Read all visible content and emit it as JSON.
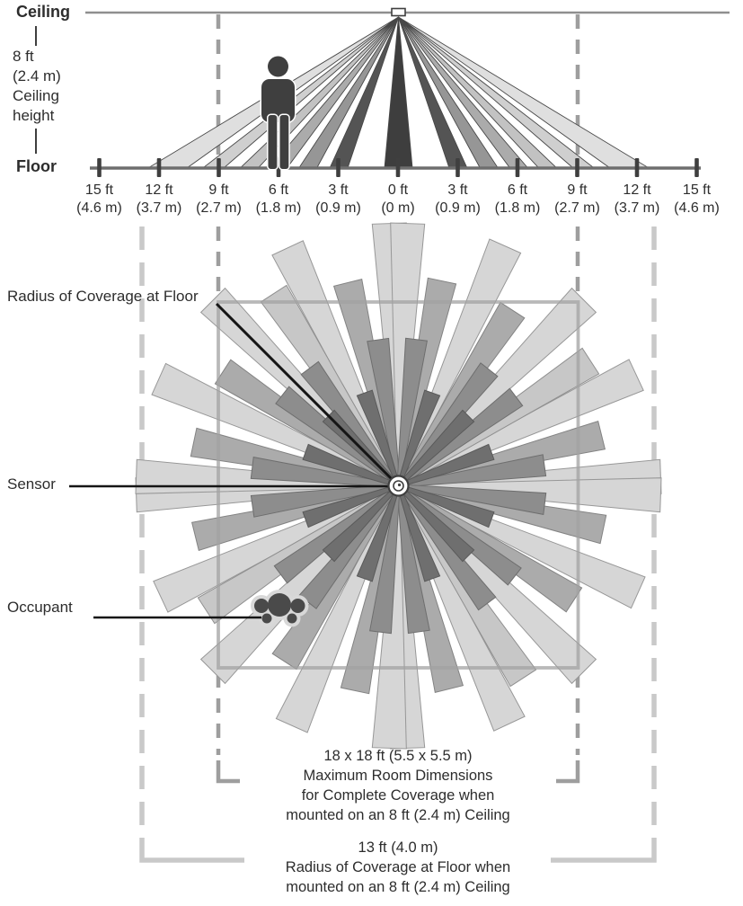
{
  "side_view": {
    "ceiling_label": "Ceiling",
    "height_lines": [
      "8 ft",
      "(2.4 m)",
      "Ceiling",
      "height"
    ],
    "floor_label": "Floor",
    "ruler": [
      {
        "ft": "15 ft",
        "m": "(4.6 m)"
      },
      {
        "ft": "12 ft",
        "m": "(3.7 m)"
      },
      {
        "ft": "9 ft",
        "m": "(2.7 m)"
      },
      {
        "ft": "6 ft",
        "m": "(1.8 m)"
      },
      {
        "ft": "3 ft",
        "m": "(0.9 m)"
      },
      {
        "ft": "0 ft",
        "m": "(0 m)"
      },
      {
        "ft": "3 ft",
        "m": "(0.9 m)"
      },
      {
        "ft": "6 ft",
        "m": "(1.8 m)"
      },
      {
        "ft": "9 ft",
        "m": "(2.7 m)"
      },
      {
        "ft": "12 ft",
        "m": "(3.7 m)"
      },
      {
        "ft": "15 ft",
        "m": "(4.6 m)"
      }
    ]
  },
  "plan_view": {
    "radius_label": "Radius of Coverage at Floor",
    "sensor_label": "Sensor",
    "occupant_label": "Occupant"
  },
  "captions": {
    "room": [
      "18 x 18 ft (5.5 x 5.5 m)",
      "Maximum Room Dimensions",
      "for Complete Coverage when",
      "mounted on an 8 ft (2.4 m) Ceiling"
    ],
    "radius": [
      "13 ft (4.0 m)",
      "Radius of Coverage at Floor when",
      "mounted on an 8 ft (2.4 m) Ceiling"
    ]
  },
  "colors": {
    "beam_lightest": "#dfdfdf",
    "beam_light": "#d6d6d6",
    "beam_medium_light": "#c7c7c7",
    "beam_medium": "#ababab",
    "beam_dark": "#8d8d8d",
    "beam_darkest": "#6f6f6f",
    "fan_center": "#3e3e3e",
    "figure": "#3f3f3f",
    "leader_line": "#151515",
    "ceiling_line": "#8f8f8f",
    "floor_line": "#6e6e6e",
    "tick": "#3f3f3f",
    "room_outline": "#a2a2a2",
    "dash_inner": "#9e9e9e",
    "dash_outer": "#c9c9c9"
  }
}
